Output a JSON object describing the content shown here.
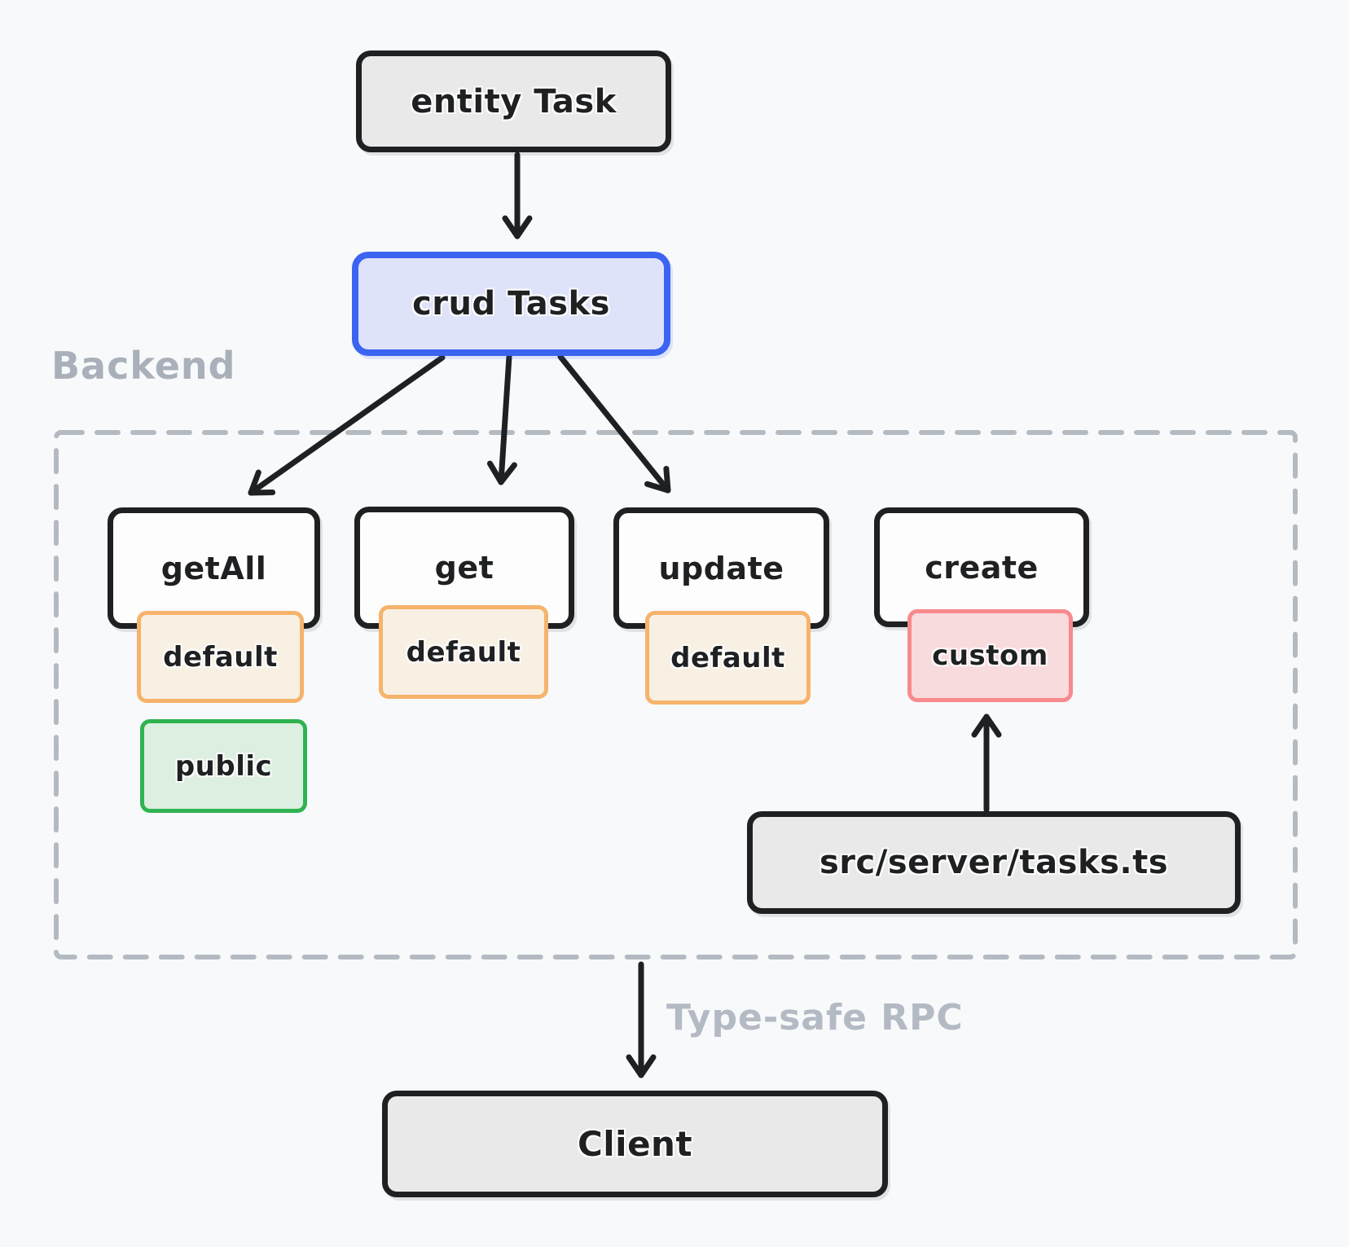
{
  "diagram": {
    "zones": {
      "backend": {
        "label": "Backend"
      }
    },
    "nodes": {
      "entity": {
        "label": "entity Task",
        "kind": "gray"
      },
      "crud": {
        "label": "crud Tasks",
        "kind": "blue"
      },
      "getAll": {
        "label": "getAll",
        "kind": "method"
      },
      "get": {
        "label": "get",
        "kind": "method"
      },
      "update": {
        "label": "update",
        "kind": "method"
      },
      "create": {
        "label": "create",
        "kind": "method"
      },
      "getAll_impl": {
        "label": "default",
        "kind": "default"
      },
      "get_impl": {
        "label": "default",
        "kind": "default"
      },
      "update_impl": {
        "label": "default",
        "kind": "default"
      },
      "create_impl": {
        "label": "custom",
        "kind": "custom"
      },
      "getAll_access": {
        "label": "public",
        "kind": "public"
      },
      "server_file": {
        "label": "src/server/tasks.ts",
        "kind": "gray"
      },
      "client": {
        "label": "Client",
        "kind": "gray"
      }
    },
    "edges": {
      "rpc": {
        "label": "Type-safe RPC"
      }
    },
    "colors": {
      "background": "#f8f9fb",
      "stroke_dark": "#1e2022",
      "gray_fill": "#e9e9e9",
      "crud_border": "#3b64f0",
      "crud_fill": "#dfe3fa",
      "default_border": "#f6b36b",
      "default_fill": "#f8f0e3",
      "custom_border": "#f8898c",
      "custom_fill": "#f8dbdd",
      "public_border": "#2fb351",
      "public_fill": "#ddefe0",
      "dashed_zone_border": "#b4bac1",
      "muted_label": "#a9b0b9"
    }
  }
}
